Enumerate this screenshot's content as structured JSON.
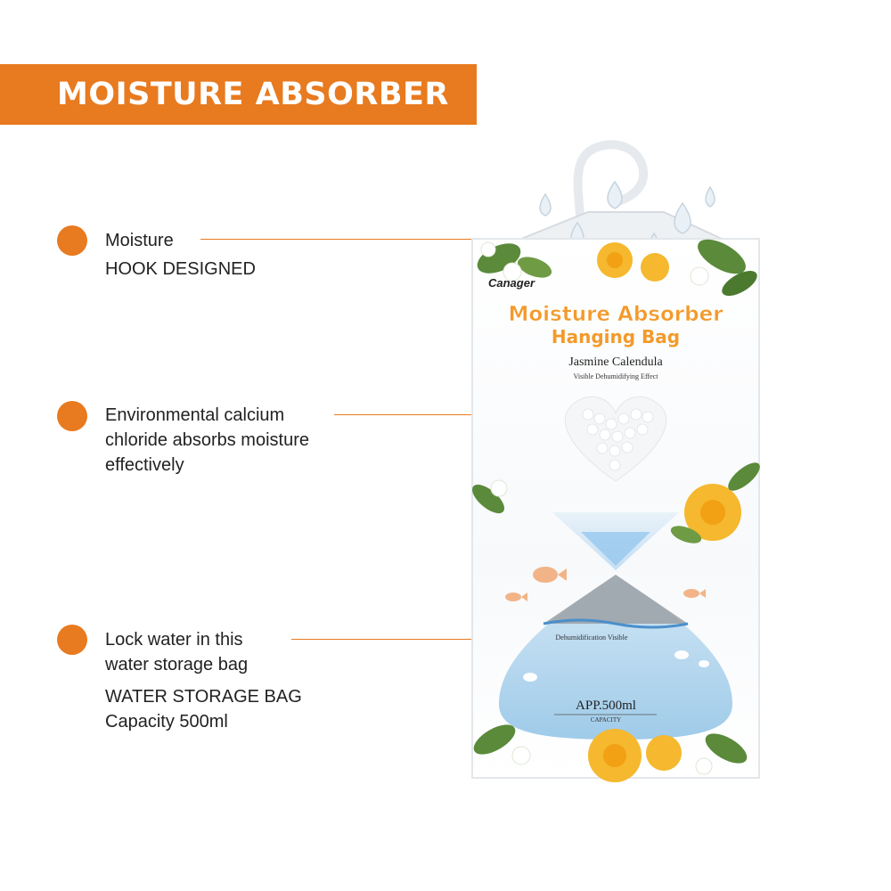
{
  "colors": {
    "accent": "#e87a1f",
    "banner_text": "#ffffff",
    "water": "#b7d8ef",
    "flower_yellow": "#f5b82e",
    "leaf_green": "#5a8a3a"
  },
  "banner": {
    "title": "MOISTURE ABSORBER"
  },
  "features": [
    {
      "lines": [
        "Moisture",
        "HOOK DESIGNED"
      ]
    },
    {
      "lines": [
        "Environmental calcium",
        "chloride absorbs moisture",
        "effectively"
      ]
    },
    {
      "lines": [
        "Lock water in this",
        "water storage bag",
        "WATER STORAGE BAG",
        "Capacity 500ml"
      ]
    }
  ],
  "product": {
    "brand": "Canager",
    "title_line1": "Moisture Absorber",
    "title_line2": "Hanging Bag",
    "scent": "Jasmine Calendula",
    "tagline": "Visible Dehumidifying Effect",
    "water_label": "Dehumidification Visible",
    "capacity_value": "APP.500ml",
    "capacity_label": "CAPACITY"
  }
}
